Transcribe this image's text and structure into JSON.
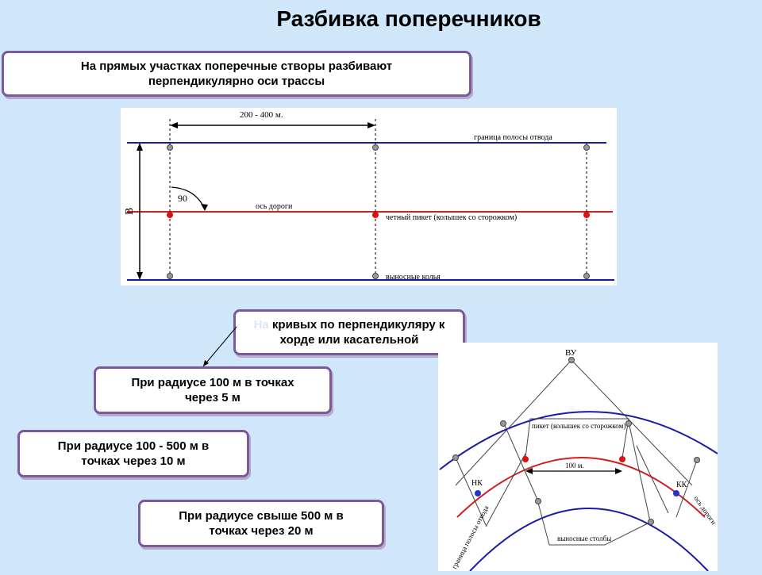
{
  "title": "Разбивка поперечников",
  "callouts": {
    "straight": "На прямых участках поперечные створы разбивают перпендикулярно оси трассы",
    "curves_prefix": "На",
    "curves_rest": " кривых по перпендикуляру к хорде или касательной",
    "r100": "При радиусе 100 м в точках через 5 м",
    "r100_500": "При радиусе 100 - 500 м в точках через 10 м",
    "r500": "При радиусе свыше 500 м в точках через 20 м"
  },
  "diagram_straight": {
    "spacing_label": "200 - 400 м.",
    "width_label": "В",
    "angle_label": "90",
    "boundary_label": "граница полосы отвода",
    "axis_label": "ось дороги",
    "picket_label": "четный пикет (колышек со сторожком)",
    "stakes_label": "выносные колья",
    "colors": {
      "boundary": "#1a1aa8",
      "axis": "#cc2222"
    }
  },
  "diagram_curve": {
    "vertex_label": "ВУ",
    "start_label": "НК",
    "end_label": "КК",
    "picket_label": "пикет (колышек со сторожком)",
    "spacing_label": "100 м.",
    "stakes_label": "выносные столбы",
    "boundary_label": "граница полосы отвода",
    "axis_label": "ось дороги"
  }
}
